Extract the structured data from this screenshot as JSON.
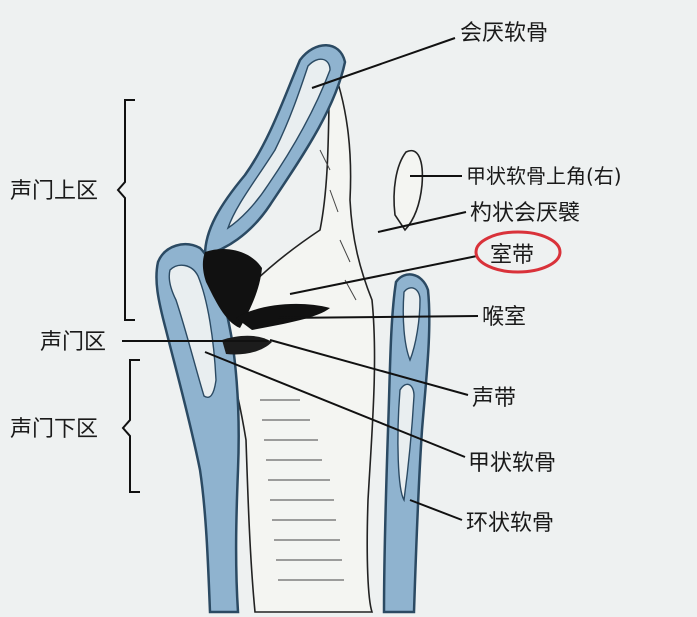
{
  "labels": {
    "epiglottic_cartilage": "会厌软骨",
    "superior_horn": "甲状软骨上角(右)",
    "aryepiglottic_fold": "杓状会厌襞",
    "ventricular_fold": "室带",
    "ventricle": "喉室",
    "vocal_fold": "声带",
    "thyroid_cartilage": "甲状软骨",
    "cricoid_cartilage": "环状软骨",
    "supraglottic": "声门上区",
    "glottic": "声门区",
    "subglottic": "声门下区"
  },
  "colors": {
    "cartilage": "#8fb3cf",
    "outline": "#2b4a63",
    "highlight_circle": "#d9323a",
    "background": "#eef1f1"
  }
}
